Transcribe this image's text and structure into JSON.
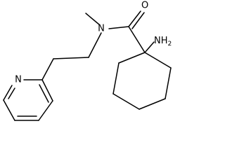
{
  "molecule": {
    "atoms": {
      "oxygen": "O",
      "amide_nitrogen": "N",
      "amino": "NH2",
      "amino_parts": [
        "N",
        "H"
      ],
      "amino_subscript": "2",
      "pyridine_nitrogen": "N"
    },
    "colors": {
      "bond": "#000000",
      "label": "#000000",
      "background": "#ffffff"
    }
  }
}
